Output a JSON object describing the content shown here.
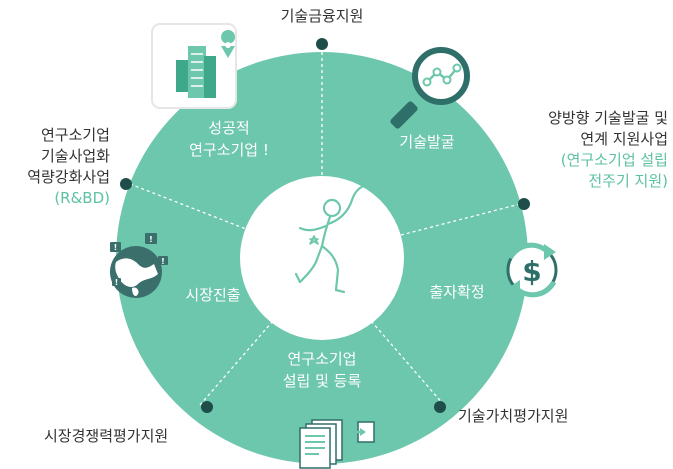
{
  "colors": {
    "ring": "#6dc7ad",
    "ring_dark": "#3fa88a",
    "center_bg": "#ffffff",
    "node": "#1f4d49",
    "text": "#333333",
    "accent": "#5cc2a3"
  },
  "segments": {
    "success": [
      "성공적",
      "연구소기업 !"
    ],
    "discovery": "기술발굴",
    "investment": "출자확정",
    "establish": [
      "연구소기업",
      "설립 및 등록"
    ],
    "market": "시장진출"
  },
  "outer": {
    "finance": "기술금융지원",
    "bidirectional": [
      "양방향 기술발굴 및",
      "연계 지원사업"
    ],
    "bidirectional_note": [
      "(연구소기업 설립",
      "전주기 지원)"
    ],
    "valuation": "기술가치평가지원",
    "competitiveness": "시장경쟁력평가지원",
    "rnd": [
      "연구소기업",
      "기술사업화",
      "역량강화사업"
    ],
    "rnd_note": "(R&BD)"
  },
  "icons": [
    "building-icon",
    "magnifier-icon",
    "dollar-cycle-icon",
    "document-icon",
    "globe-icon",
    "runner-icon"
  ]
}
